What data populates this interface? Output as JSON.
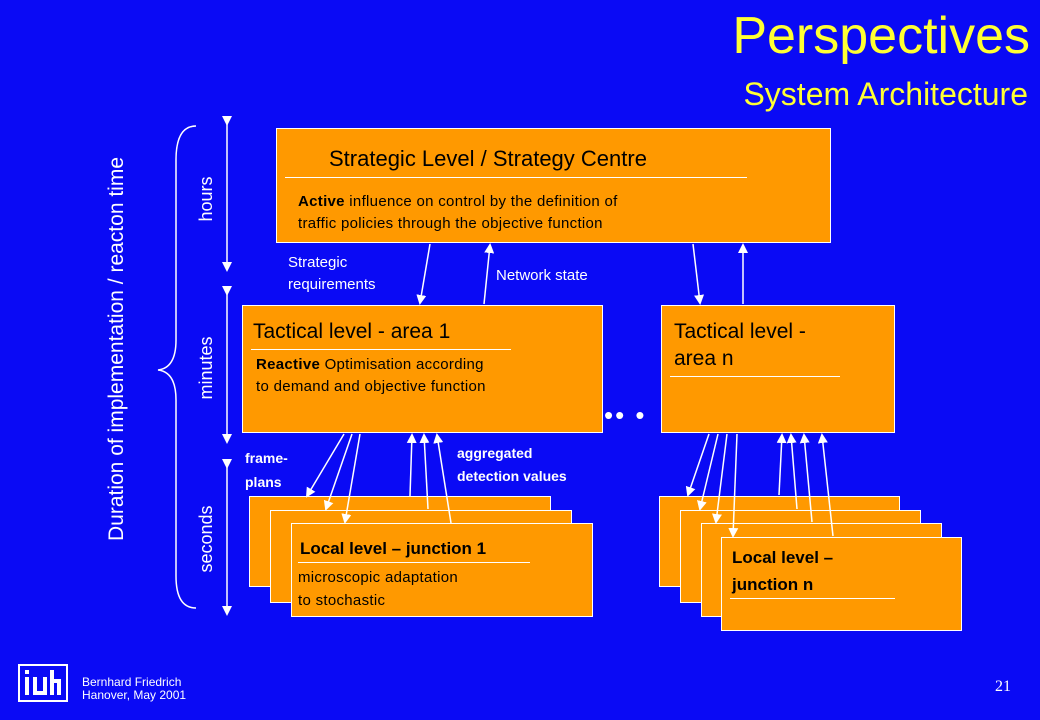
{
  "title": "Perspectives",
  "subtitle": "System Architecture",
  "side_axis_label": "Duration of implementation / reacton time",
  "time_labels": {
    "hours": "hours",
    "minutes": "minutes",
    "seconds": "seconds"
  },
  "strategic": {
    "heading": "Strategic Level / Strategy Centre",
    "line1_bold": "Active",
    "line1_rest": " influence on control by the definition of",
    "line2": "traffic policies through the objective function"
  },
  "tactical1": {
    "heading": "Tactical level - area 1",
    "line1_bold": "Reactive",
    "line1_rest": " Optimisation according",
    "line2": "to demand and objective function"
  },
  "tacticaln": {
    "heading_line1": "Tactical level -",
    "heading_line2": "area n"
  },
  "local1": {
    "heading": "Local level – junction 1",
    "line1": "microscopic adaptation",
    "line2": "to stochastic"
  },
  "localn": {
    "heading_line1": "Local level –",
    "heading_line2": "junction n"
  },
  "flow_labels": {
    "strategic_req_1": "Strategic",
    "strategic_req_2": "requirements",
    "network_state": "Network state",
    "frame_1": "frame-",
    "frame_2": "plans",
    "agg_1": "aggregated",
    "agg_2": "detection values"
  },
  "ellipsis": "•• •",
  "footer": {
    "author": "Bernhard Friedrich",
    "place_date": "Hanover, May 2001",
    "page": "21"
  },
  "colors": {
    "background": "#0a0af5",
    "box": "#ff9900",
    "title": "#ffff33"
  }
}
